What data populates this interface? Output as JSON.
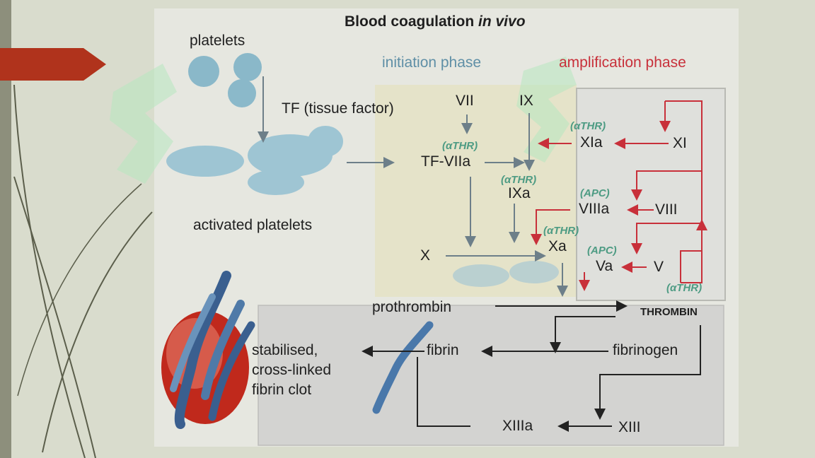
{
  "title": {
    "main": "Blood coagulation",
    "italic": "in vivo"
  },
  "phases": {
    "initiation": "initiation phase",
    "amplification": "amplification phase"
  },
  "labels": {
    "platelets": "platelets",
    "tissue_factor": "TF (tissue factor)",
    "activated_platelets": "activated platelets",
    "vii": "VII",
    "ix": "IX",
    "tf_viia": "TF-VIIa",
    "ixa": "IXa",
    "x": "X",
    "xa": "Xa",
    "xia": "XIa",
    "xi": "XI",
    "viiia": "VIIIa",
    "viii": "VIII",
    "va": "Va",
    "v": "V",
    "prothrombin": "prothrombin",
    "thrombin": "THROMBIN",
    "fibrin": "fibrin",
    "fibrinogen": "fibrinogen",
    "clot_line1": "stabilised,",
    "clot_line2": "cross-linked",
    "clot_line3": "fibrin clot",
    "xiiia": "XIIIa",
    "xiii": "XIII"
  },
  "regulators": {
    "thr_tf": "(αTHR)",
    "thr_ixa": "(αTHR)",
    "thr_xia": "(αTHR)",
    "apc_viiia": "(APC)",
    "thr_xa": "(αTHR)",
    "apc_va": "(APC)",
    "thr_thrombin": "(αTHR)"
  },
  "colors": {
    "initiation": "#5f8fa6",
    "amplification": "#c8303a",
    "regulator": "#4d9b83",
    "accent_tab": "#b0331c"
  }
}
